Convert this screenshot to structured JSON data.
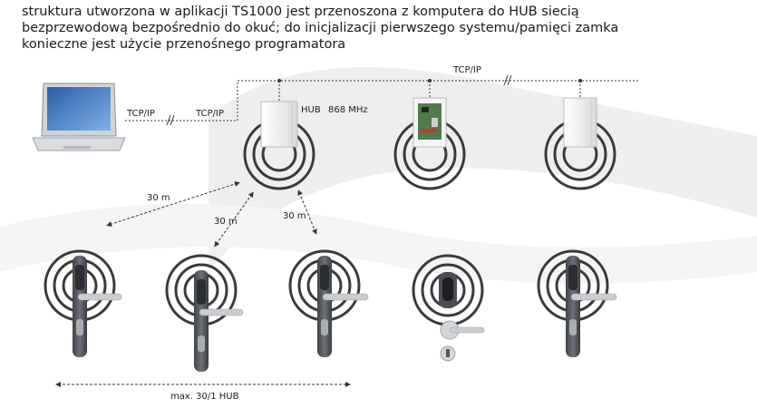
{
  "caption": {
    "line1": "struktura utworzona w aplikacji TS1000 jest przenoszona z komputera do HUB siecią",
    "line2": "bezprzewodową bezpośrednio do okuć; do inicjalizacji pierwszego systemu/pamięci zamka",
    "line3": "konieczne jest użycie przenośnego programatora"
  },
  "labels": {
    "tcp_laptop": "TCP/IP",
    "tcp_mid": "TCP/IP",
    "tcp_top": "TCP/IP",
    "hub_name": "HUB",
    "hub_freq": "868 MHz",
    "dist_left": "30 m",
    "dist_mid": "30 m",
    "dist_right": "30 m",
    "max_range": "max. 30/1 HUB"
  },
  "colors": {
    "line": "#333333",
    "waves": "#3a3a3a",
    "hub_body": "#f1f1f1",
    "lock_body": "#5c6066",
    "handle": "#c9ccd0"
  }
}
